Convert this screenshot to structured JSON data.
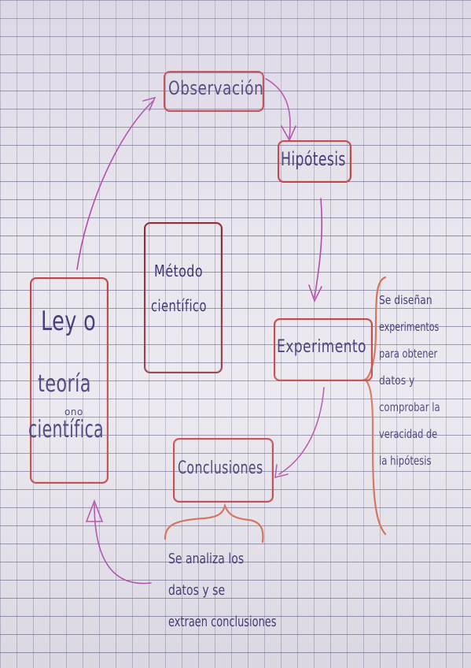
{
  "nodes": {
    "observacion": "Observación",
    "hipotesis": "Hipótesis",
    "experimento": "Experimento",
    "conclusiones": "Conclusiones",
    "metodo": [
      "Método",
      "científico"
    ],
    "ley": [
      "Ley o",
      "teoría",
      "científica"
    ],
    "ley_insert": "ono"
  },
  "notes": {
    "experimento": [
      "Se diseñan",
      "experimentos",
      "para obtener",
      "datos y",
      "comprobar la",
      "veracidad de",
      "la hipótesis"
    ],
    "conclusiones": [
      "Se analiza los",
      "datos y se",
      "extraen conclusiones"
    ]
  },
  "colors": {
    "ink": "#3b2f6e",
    "box": "#c23b3b",
    "arrow": "#b04aa8",
    "brace": "#d46a4e"
  }
}
